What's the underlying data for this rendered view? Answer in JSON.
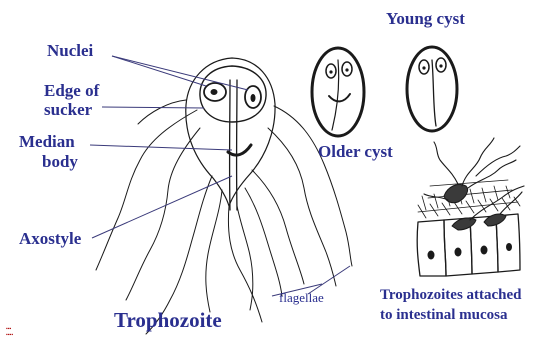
{
  "labels": {
    "nuclei": "Nuclei",
    "edge_of_sucker_line1": "Edge of",
    "edge_of_sucker_line2": "sucker",
    "median_body_line1": "Median",
    "median_body_line2": "body",
    "axostyle": "Axostyle",
    "trophozoite": "Trophozoite",
    "flagellae": "flagellae",
    "young_cyst": "Young cyst",
    "older_cyst": "Older cyst",
    "attached_line1": "Trophozoites attached",
    "attached_line2": "to intestinal mucosa"
  },
  "colors": {
    "label_text": "#2a2f8f",
    "ink": "#1a1a1a",
    "pointer": "#3a3a7a"
  }
}
